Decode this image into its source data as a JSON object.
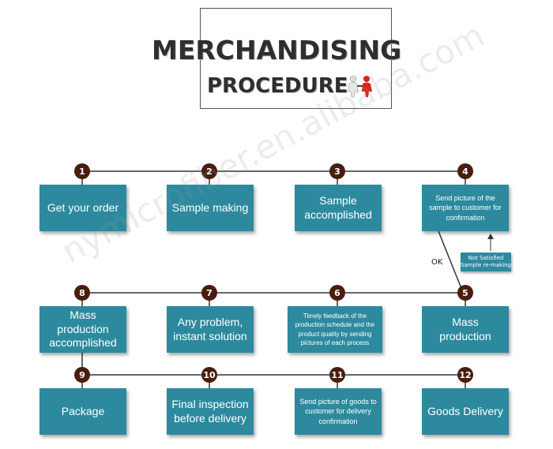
{
  "title": {
    "line1": "MERCHANDISING",
    "line2": "PROCEDURE"
  },
  "steps": [
    {
      "num": "1",
      "label": "Get your order"
    },
    {
      "num": "2",
      "label": "Sample making"
    },
    {
      "num": "3",
      "label": "Sample accomplished"
    },
    {
      "num": "4",
      "label": "Send picture of the sample to customer for confirmation"
    },
    {
      "num": "5",
      "label": "Mass production"
    },
    {
      "num": "6",
      "label": "Timely feedback of the production schedule and the product quality by sending pictures of each process"
    },
    {
      "num": "7",
      "label": "Any problem, instant solution"
    },
    {
      "num": "8",
      "label": "Mass production accomplished"
    },
    {
      "num": "9",
      "label": "Package"
    },
    {
      "num": "10",
      "label": "Final inspection before delivery"
    },
    {
      "num": "11",
      "label": "Send picture of goods to customer for delivery confirmation"
    },
    {
      "num": "12",
      "label": "Goods Delivery"
    }
  ],
  "ok_label": "OK",
  "not_satisfied": {
    "line1": "Not Satisfied",
    "line2": "Sample re-making"
  },
  "watermark": "nymicrofiber.en.alibaba.com",
  "colors": {
    "box": "#2d8a9e",
    "number_circle": "#4a1e0f",
    "title": "#2e2e2e"
  }
}
